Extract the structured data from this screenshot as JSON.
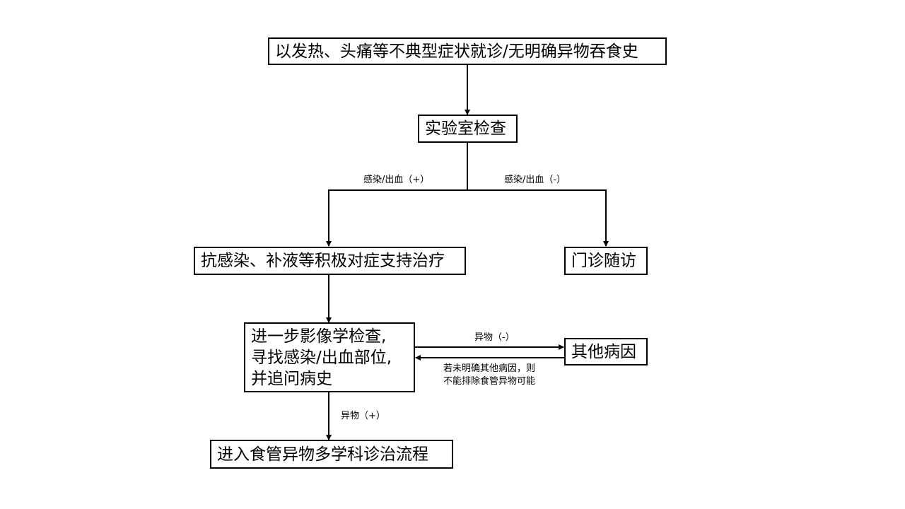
{
  "nodes": {
    "start": "以发热、头痛等不典型症状就诊/无明确异物吞食史",
    "lab": "实验室检查",
    "treat": "抗感染、补液等积极对症支持治疗",
    "followup": "门诊随访",
    "imaging": [
      "进一步影像学检查,",
      "寻找感染/出血部位,",
      "并追问病史"
    ],
    "other": "其他病因",
    "mdt": "进入食管异物多学科诊治流程"
  },
  "edges": {
    "infection_pos": "感染/出血（+）",
    "infection_neg": "感染/出血（-）",
    "foreign_neg": "异物（-）",
    "return_note": [
      "若未明确其他病因，则",
      "不能排除食管异物可能"
    ],
    "foreign_pos": "异物（+）"
  }
}
